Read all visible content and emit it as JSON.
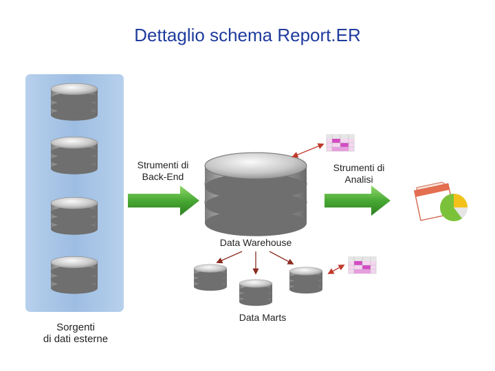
{
  "title": "Dettaglio schema Report.ER",
  "labels": {
    "sources": [
      "Sorgenti",
      "di dati esterne"
    ],
    "backend": [
      "Strumenti di",
      "Back-End"
    ],
    "analysis": [
      "Strumenti di",
      "Analisi"
    ],
    "warehouse": "Data Warehouse",
    "marts": "Data Marts"
  },
  "colors": {
    "title": "#1f3b9c",
    "source_panel": "#aac6e6",
    "arrow_green": "#3f9f2f",
    "arrow_red": "#c0392b",
    "grid_pink": "#d44bc4"
  }
}
